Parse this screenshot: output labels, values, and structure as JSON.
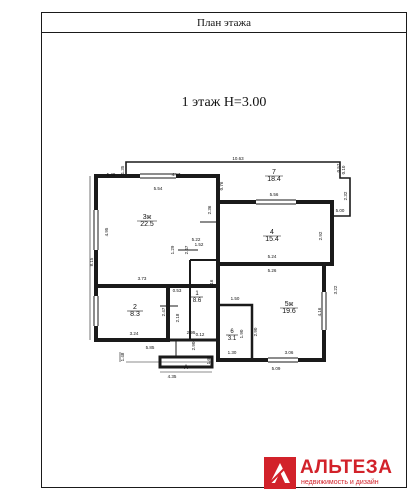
{
  "header": {
    "title": "План этажа"
  },
  "floor": {
    "title": "1 этаж H=3.00"
  },
  "rooms": [
    {
      "num": "1",
      "area": "8.6"
    },
    {
      "num": "2",
      "area": "8.3"
    },
    {
      "num": "3ж",
      "area": "22.5"
    },
    {
      "num": "4",
      "area": "15.4"
    },
    {
      "num": "5ж",
      "area": "19.6"
    },
    {
      "num": "6",
      "area": "3.1"
    },
    {
      "num": "7",
      "area": "18.4"
    },
    {
      "num": "А",
      "area": ""
    }
  ],
  "dimensions": [
    "10.63",
    "5.49",
    "1.35",
    "5.54",
    "4.97",
    "0.76",
    "5.56",
    "0.57",
    "0.10",
    "2.32",
    "5.00",
    "2.36",
    "4.95",
    "8.15",
    "5.22",
    "1.29",
    "2.47",
    "1.52",
    "2.92",
    "5.24",
    "5.26",
    "3.73",
    "0.53",
    "1.16",
    "1.50",
    "3.22",
    "4.16",
    "2.47",
    "2.18",
    "2.90",
    "3.24",
    "2.95",
    "0.12",
    "2.90",
    "1.90",
    "3.06",
    "1.48",
    "5.85",
    "1.30",
    "5.09",
    "1.69",
    "4.35"
  ],
  "brand": {
    "name": "АЛЬТЕЗА",
    "tagline": "недвижимость и дизайн",
    "color": "#d2222a"
  },
  "colors": {
    "lines": "#1a1a1a",
    "text": "#111111"
  }
}
